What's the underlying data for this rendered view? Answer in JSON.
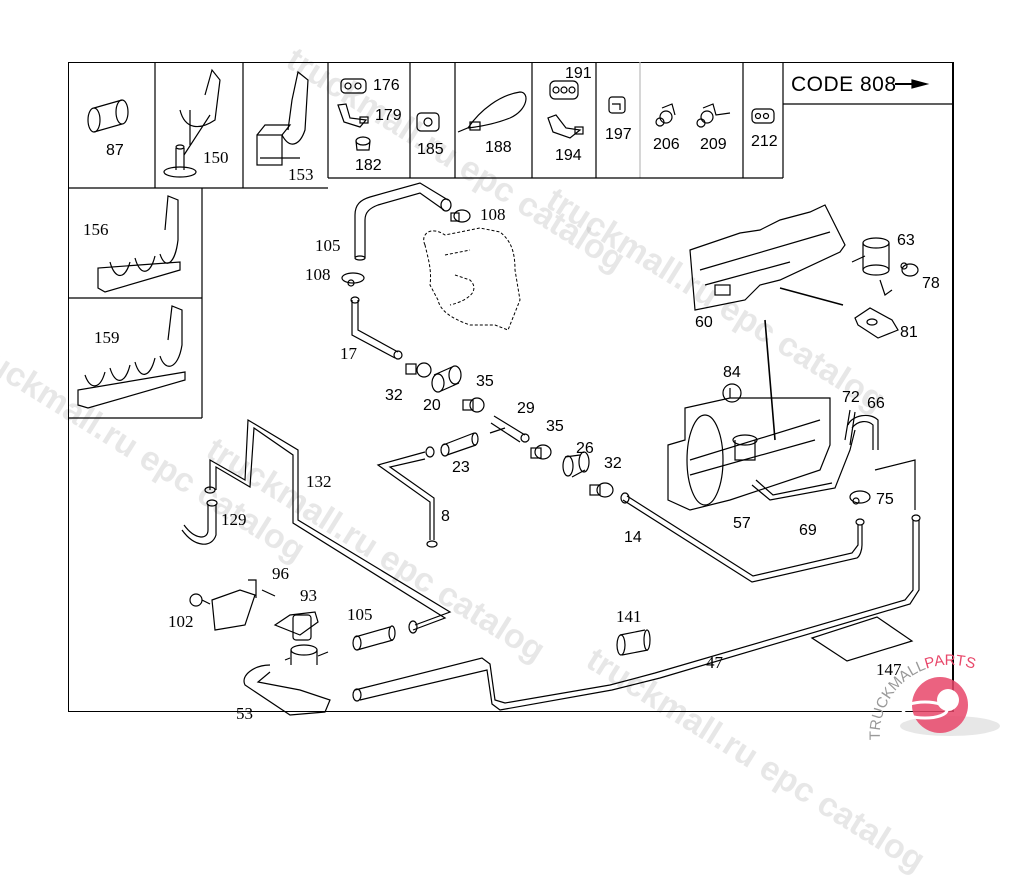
{
  "diagram": {
    "code_label": "CODE 808",
    "code_arrow": "arrow-right-icon",
    "legend_cells": [
      {
        "ref": "87"
      },
      {
        "ref": "150"
      },
      {
        "ref": "153"
      },
      {
        "ref": "176"
      },
      {
        "ref": "179"
      },
      {
        "ref": "182"
      },
      {
        "ref": "185"
      },
      {
        "ref": "188"
      },
      {
        "ref": "191"
      },
      {
        "ref": "194"
      },
      {
        "ref": "197"
      },
      {
        "ref": "206"
      },
      {
        "ref": "209"
      },
      {
        "ref": "212"
      },
      {
        "ref": "156"
      },
      {
        "ref": "159"
      }
    ],
    "part_labels": {
      "p108a": "108",
      "p105a": "105",
      "p108b": "108",
      "p17": "17",
      "p32a": "32",
      "p20": "20",
      "p35a": "35",
      "p29": "29",
      "p35b": "35",
      "p23": "23",
      "p26": "26",
      "p32b": "32",
      "p8": "8",
      "p14": "14",
      "p63": "63",
      "p78": "78",
      "p60": "60",
      "p81": "81",
      "p84": "84",
      "p72": "72",
      "p66": "66",
      "p75": "75",
      "p57": "57",
      "p69": "69",
      "p132": "132",
      "p129": "129",
      "p96": "96",
      "p93": "93",
      "p102": "102",
      "p105b": "105",
      "p53": "53",
      "p141": "141",
      "p47": "47",
      "p147": "147"
    }
  },
  "watermarks": [
    "truckmall.ru epc catalog",
    "truckmall.ru epc catalog",
    "truckmall.ru epc catalog",
    "truckmall.ru epc catalog",
    "truckmall.ru epc catalog"
  ],
  "logo": {
    "text": "TRUCKMALLPARTS",
    "part1": "TRUCKMALL",
    "part2": "PARTS",
    "accent": "#e8476a",
    "grey": "#8a8a8a"
  }
}
